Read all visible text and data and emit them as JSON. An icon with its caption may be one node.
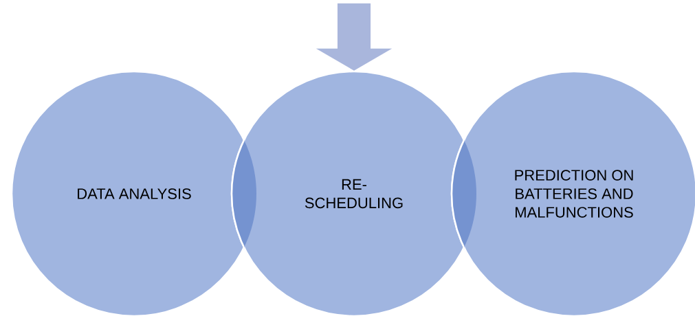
{
  "diagram": {
    "nodes": [
      {
        "text": [
          "DATA ANALYSIS"
        ]
      },
      {
        "text": [
          "RE- SCHEDULING"
        ]
      },
      {
        "text": [
          "PREDICTION ON BATTERIES AND MALFUNCTIONS"
        ]
      }
    ],
    "edges": [
      {
        "from": null,
        "to": 1,
        "arrow": "to"
      }
    ]
  }
}
